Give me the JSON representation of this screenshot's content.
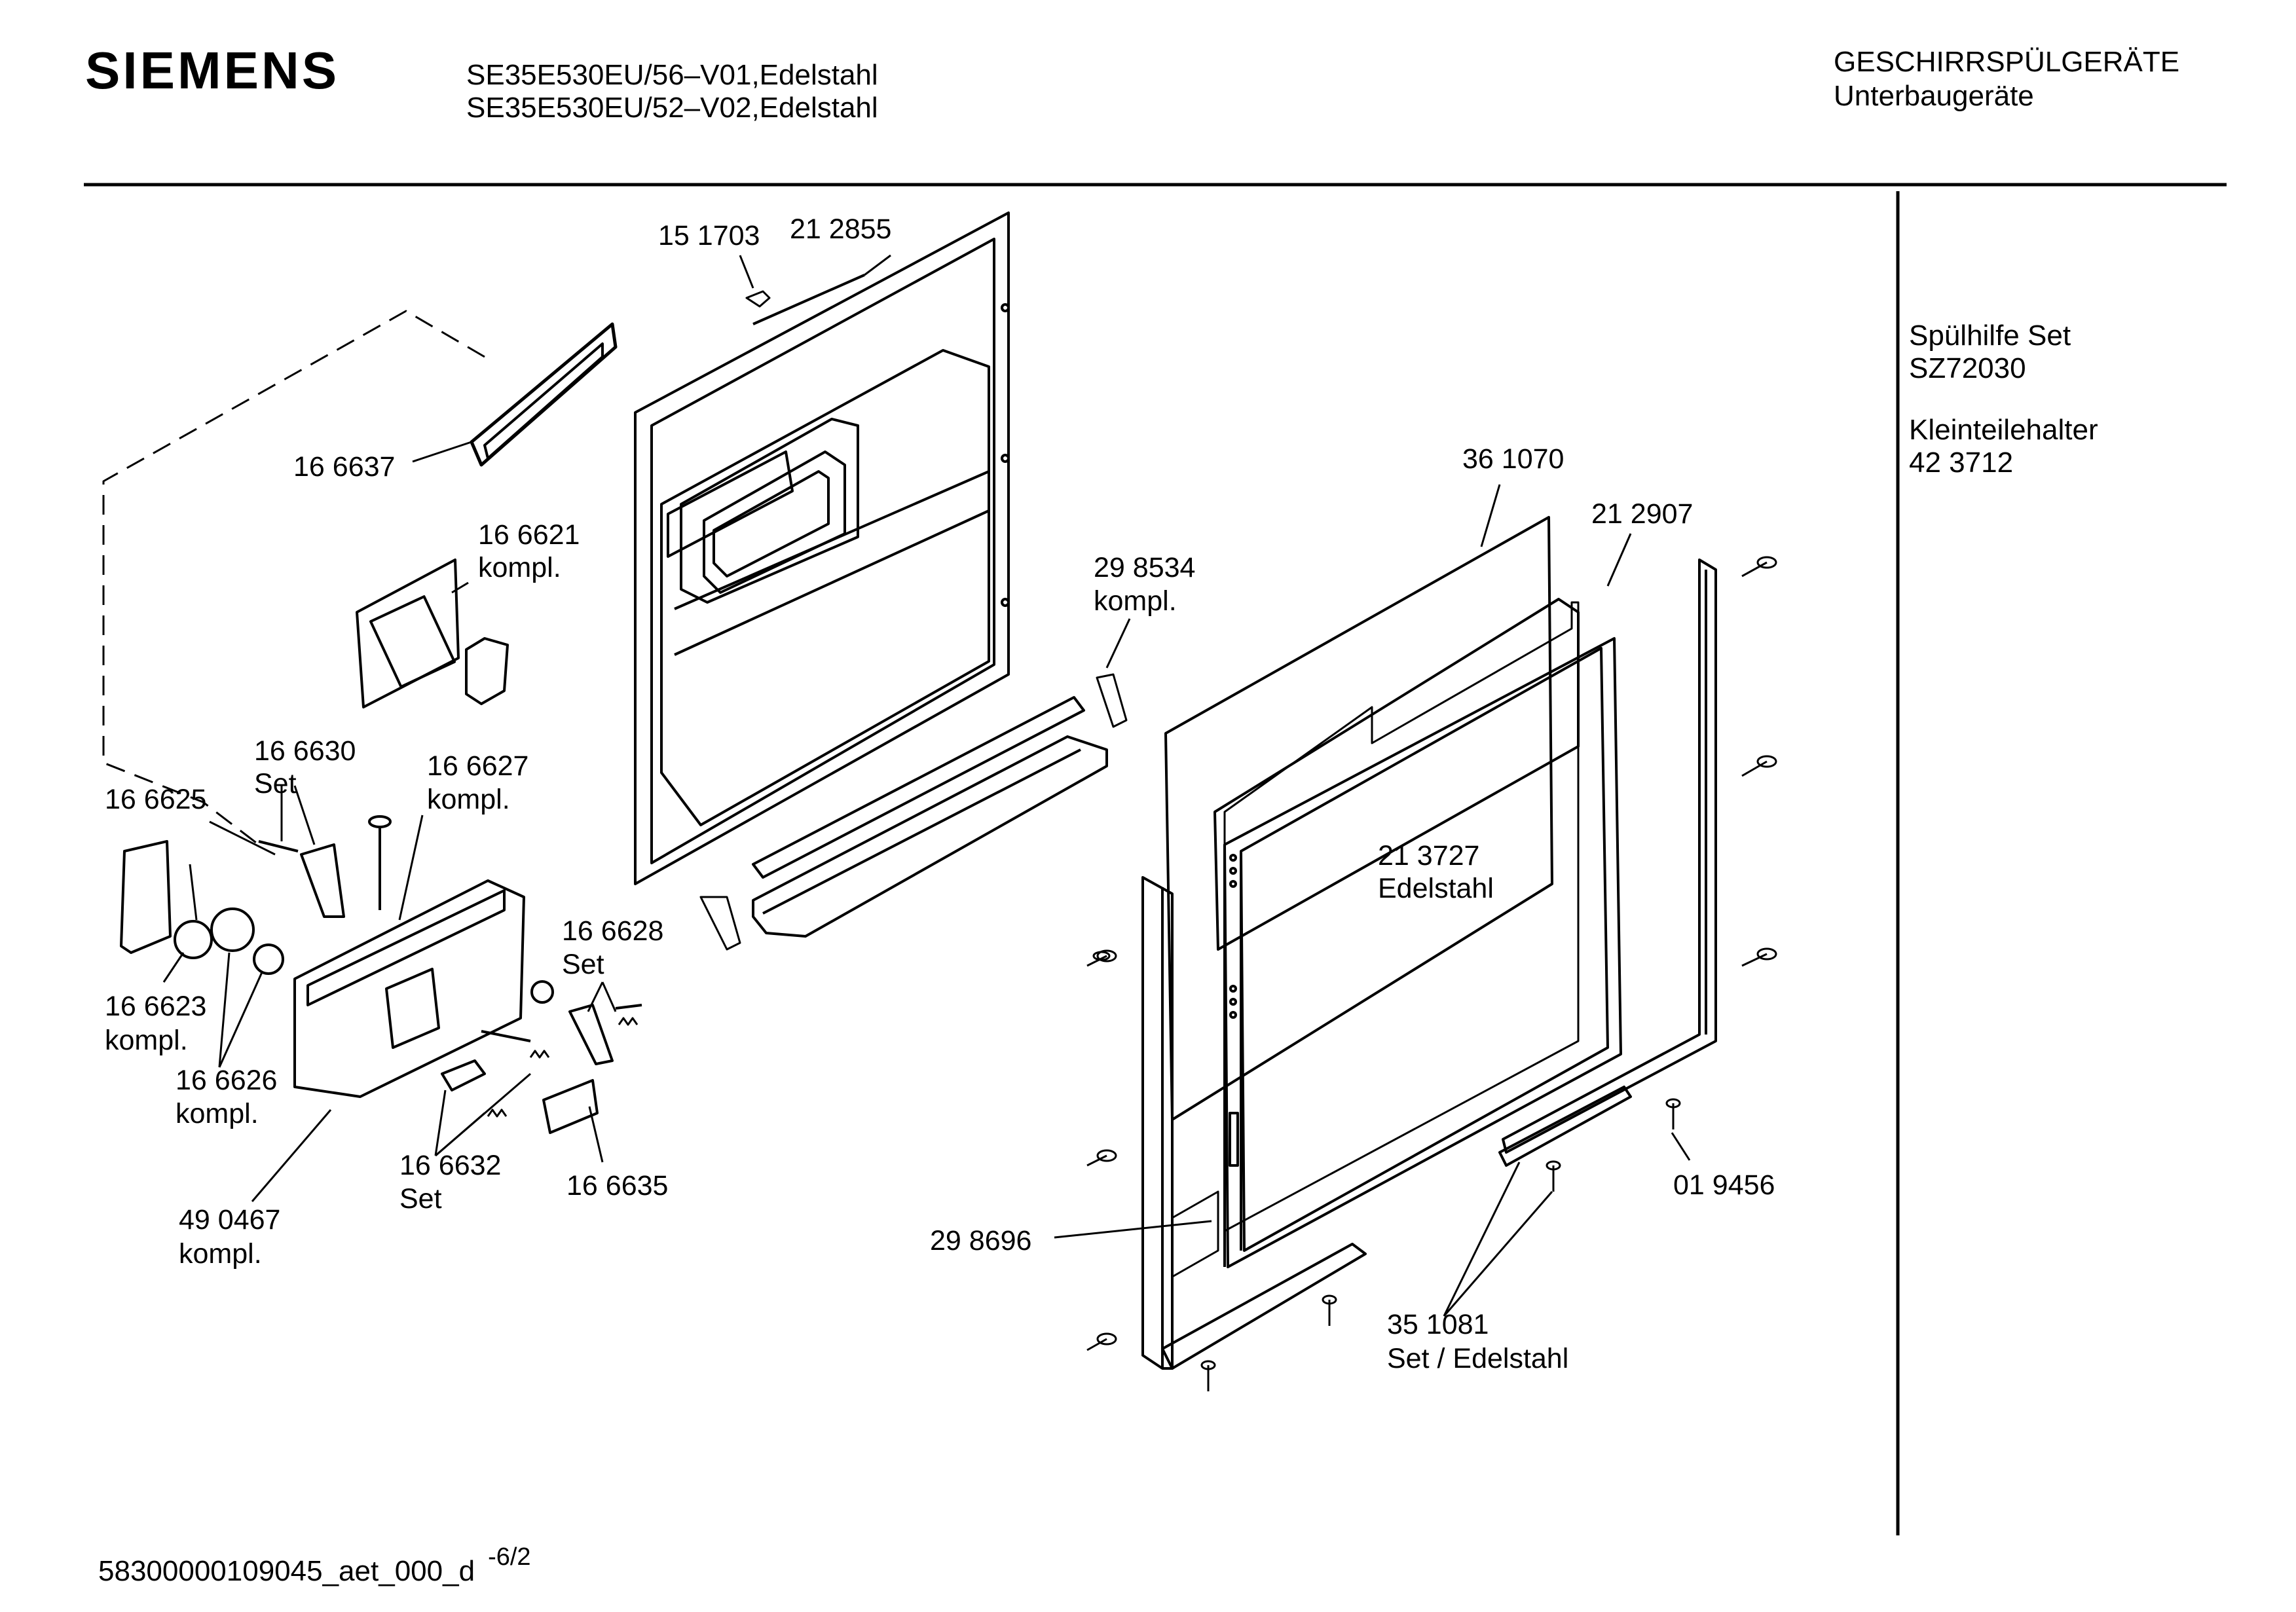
{
  "header": {
    "brand": "SIEMENS",
    "models": [
      "SE35E530EU/56–V01,Edelstahl",
      "SE35E530EU/52–V02,Edelstahl"
    ],
    "category": [
      "GESCHIRRSPÜLGERÄTE",
      "Unterbaugeräte"
    ]
  },
  "accessories": [
    {
      "name": "Spülhilfe Set",
      "number": "SZ72030"
    },
    {
      "name": "Kleinteilehalter",
      "number": "42 3712"
    }
  ],
  "parts": {
    "p151703": "15 1703",
    "p212855": "21 2855",
    "p166637": "16 6637",
    "p166621": [
      "16 6621",
      "kompl."
    ],
    "p298534": [
      "29 8534",
      "kompl."
    ],
    "p361070": "36 1070",
    "p212907": "21 2907",
    "p166630": [
      "16 6630",
      "Set"
    ],
    "p166627": [
      "16 6627",
      "kompl."
    ],
    "p166625": "16 6625",
    "p166628": [
      "16 6628",
      "Set"
    ],
    "p213727": [
      "21 3727",
      "Edelstahl"
    ],
    "p166623": [
      "16 6623",
      "kompl."
    ],
    "p166626": [
      "16 6626",
      "kompl."
    ],
    "p166632": [
      "16 6632",
      "Set"
    ],
    "p166635": "16 6635",
    "p490467": [
      "49 0467",
      "kompl."
    ],
    "p019456": "01 9456",
    "p298696": "29 8696",
    "p351081": [
      "35 1081",
      "Set / Edelstahl"
    ]
  },
  "footer": {
    "doc_id": "58300000109045_aet_000_d",
    "page": "-6/2"
  }
}
